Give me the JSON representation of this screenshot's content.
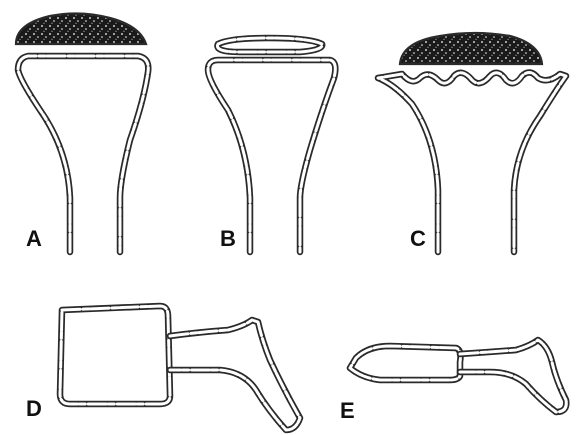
{
  "panels": [
    {
      "id": "A",
      "label": "A"
    },
    {
      "id": "B",
      "label": "B"
    },
    {
      "id": "C",
      "label": "C"
    },
    {
      "id": "D",
      "label": "D"
    },
    {
      "id": "E",
      "label": "E"
    }
  ],
  "colors": {
    "ink": "#2a2a2a",
    "background": "#ffffff"
  }
}
